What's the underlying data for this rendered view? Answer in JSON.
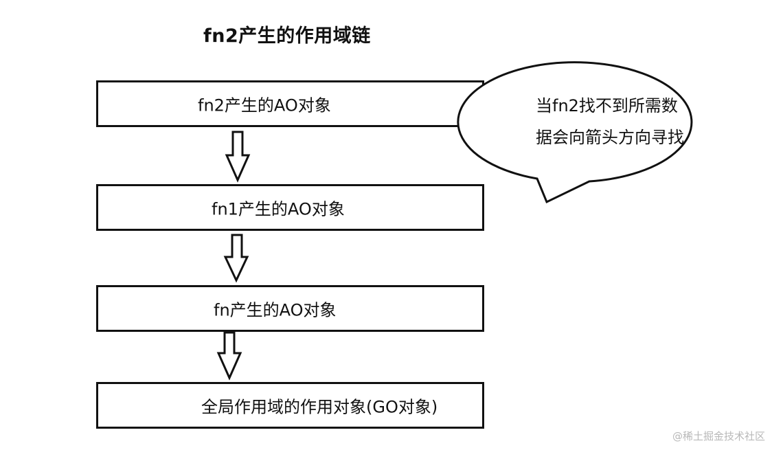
{
  "title": "fn2产生的作用域链",
  "chain": [
    {
      "label": "fn2产生的AO对象"
    },
    {
      "label": "fn1产生的AO对象"
    },
    {
      "label": "fn产生的AO对象"
    },
    {
      "label": "全局作用域的作用对象(GO对象)"
    }
  ],
  "callout": {
    "line1": "当fn2找不到所需数",
    "line2": "据会向箭头方向寻找"
  },
  "watermark": "@稀土掘金技术社区",
  "colors": {
    "stroke": "#111111",
    "watermark": "#b8b8b8"
  }
}
